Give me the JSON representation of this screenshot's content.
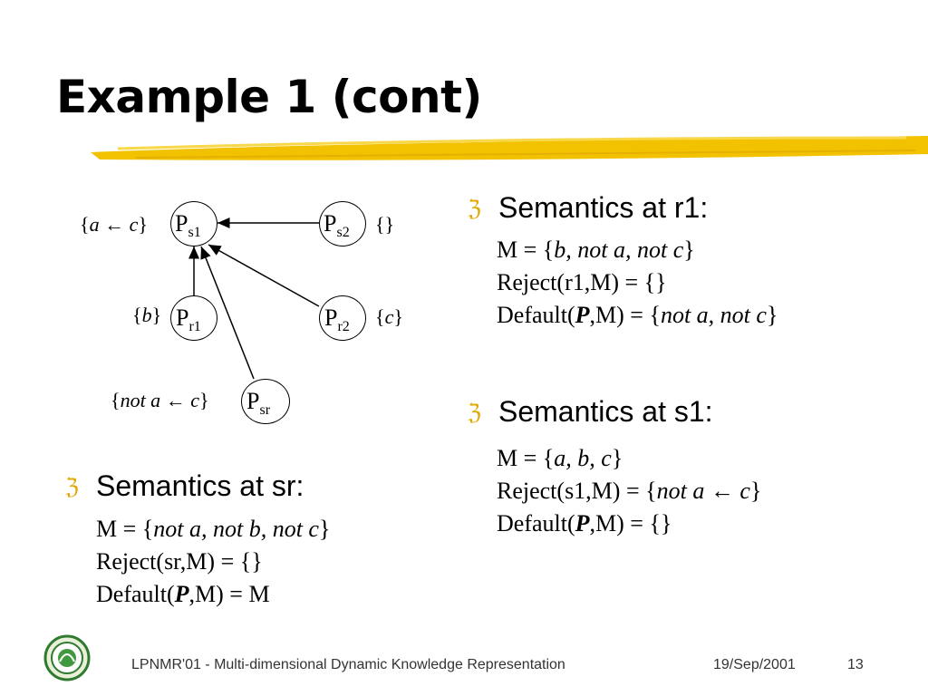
{
  "slide": {
    "title": "Example 1 (cont)"
  },
  "diagram": {
    "nodes": {
      "s1": {
        "base": "P",
        "sub": "s1"
      },
      "s2": {
        "base": "P",
        "sub": "s2"
      },
      "r1": {
        "base": "P",
        "sub": "r1"
      },
      "r2": {
        "base": "P",
        "sub": "r2"
      },
      "sr": {
        "base": "P",
        "sub": "sr"
      }
    },
    "sets": {
      "s1": {
        "open": "{",
        "lhs": "a",
        "arrow": "←",
        "rhs": "c",
        "close": "}"
      },
      "s2": "{}",
      "r1": {
        "open": "{",
        "body": "b",
        "close": "}"
      },
      "r2": {
        "open": "{",
        "body": "c",
        "close": "}"
      },
      "sr": {
        "open": "{",
        "lhs": "not a",
        "arrow": "←",
        "rhs": "c",
        "close": "}"
      }
    }
  },
  "sections": {
    "r1": {
      "heading": "Semantics at r1:",
      "m": {
        "pre": "M = {",
        "val": "b, not a, not c",
        "post": "}"
      },
      "reject": "Reject(r1,M) = {}",
      "default": {
        "pre": "Default(",
        "sym": "P",
        "post1": ",M) = {",
        "val": "not a, not c",
        "post2": "}"
      }
    },
    "s1": {
      "heading": "Semantics at s1:",
      "m": {
        "pre": "M = {",
        "val": "a, b, c",
        "post": "}"
      },
      "reject": {
        "pre": "Reject(s1,M) = {",
        "val": "not a",
        "arrow": " ← ",
        "val2": "c",
        "post": "}"
      },
      "default": {
        "pre": "Default(",
        "sym": "P",
        "post": ",M) = {}"
      }
    },
    "sr": {
      "heading": "Semantics at sr:",
      "m": {
        "pre": "M = {",
        "val": "not a, not b, not c",
        "post": "}"
      },
      "reject": "Reject(sr,M) = {}",
      "default": {
        "pre": "Default(",
        "sym": "P",
        "post": ",M) = M"
      }
    }
  },
  "footer": {
    "text": "LPNMR'01 - Multi-dimensional Dynamic Knowledge Representation",
    "date": "19/Sep/2001",
    "page": "13"
  },
  "icons": {
    "bullet": "z-bullet-icon",
    "logo": "university-seal-icon"
  },
  "colors": {
    "bullet": "#e0a800",
    "underline": "#f2c200"
  }
}
